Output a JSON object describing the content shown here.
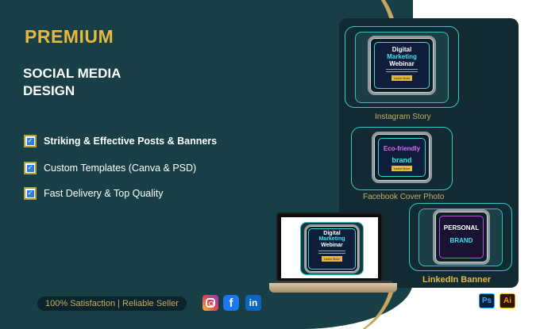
{
  "banner": {
    "headline": "PREMIUM",
    "subhead_line1": "SOCIAL MEDIA",
    "subhead_line2": "DESIGN",
    "features": [
      {
        "label": "Striking & Effective Posts & Banners",
        "checked": true
      },
      {
        "label": "Custom Templates (Canva & PSD)",
        "checked": true
      },
      {
        "label": "Fast Delivery & Top Quality",
        "checked": true
      }
    ],
    "tagline": "100% Satisfaction | Reliable Seller"
  },
  "social_icons": [
    "instagram-icon",
    "facebook-icon",
    "linkedin-icon"
  ],
  "social_glyphs": {
    "facebook": "f",
    "linkedin": "in"
  },
  "mockups": {
    "instagram": {
      "caption": "Instagram Story",
      "line1": "Digital",
      "line2": "Marketing",
      "line3": "Webinar",
      "button": "Learn More"
    },
    "facebook": {
      "caption": "Facebook Cover Photo",
      "line1": "Eco-friendly",
      "line2": "brand",
      "button": "Learn More"
    },
    "linkedin": {
      "caption": "LinkedIn Banner",
      "line1": "PERSONAL",
      "line2": "BRAND"
    },
    "laptop": {
      "line1": "Digital",
      "line2": "Marketing",
      "line3": "Webinar",
      "button": "Learn More"
    }
  },
  "tools": {
    "photoshop": "Ps",
    "illustrator": "Ai"
  },
  "colors": {
    "panel": "#183f45",
    "gold": "#e7b83f",
    "cyan": "#3ee3e9"
  }
}
